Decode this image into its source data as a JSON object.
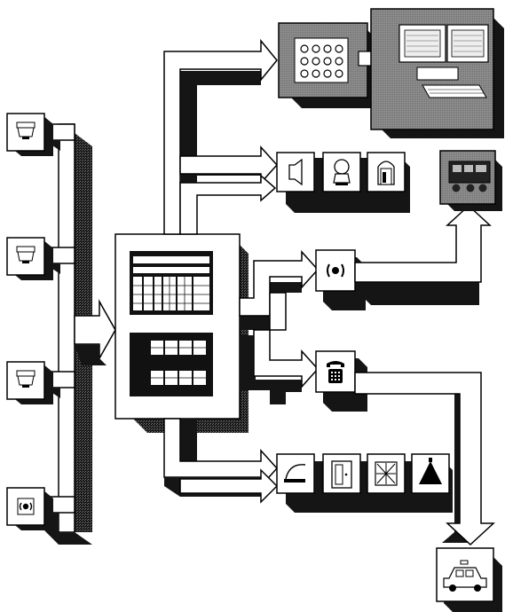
{
  "diagram": {
    "detectors": [
      {
        "name": "smoke-detector",
        "icon": "smoke-detector-icon"
      },
      {
        "name": "smoke-detector",
        "icon": "smoke-detector-icon"
      },
      {
        "name": "smoke-detector",
        "icon": "smoke-detector-icon"
      },
      {
        "name": "manual-call-point",
        "icon": "alarm-button-icon"
      }
    ],
    "controller": {
      "upper_panel": "control-rack-icon",
      "lower_panel": "relay-module-icon"
    },
    "outputs": {
      "monitoring": [
        "keypad-icon",
        "computer-workstation-icon"
      ],
      "alarms": [
        "speaker-icon",
        "bell-icon",
        "door-holder-icon"
      ],
      "fire_brigade": [
        "alarm-transmitter-icon",
        "fire-truck-icon"
      ],
      "police": [
        "telephone-icon",
        "police-car-icon"
      ],
      "building_controls": [
        "damper-icon",
        "fire-door-icon",
        "ventilation-fan-icon",
        "sprinkler-icon"
      ]
    },
    "colors": {
      "arrow_fill": "#ffffff",
      "arrow_stroke": "#000000",
      "shadow": "#151515",
      "shadow_stipple": "#555555",
      "workstation_panel": "#8a8a8a",
      "icon_box": "#ffffff"
    }
  }
}
